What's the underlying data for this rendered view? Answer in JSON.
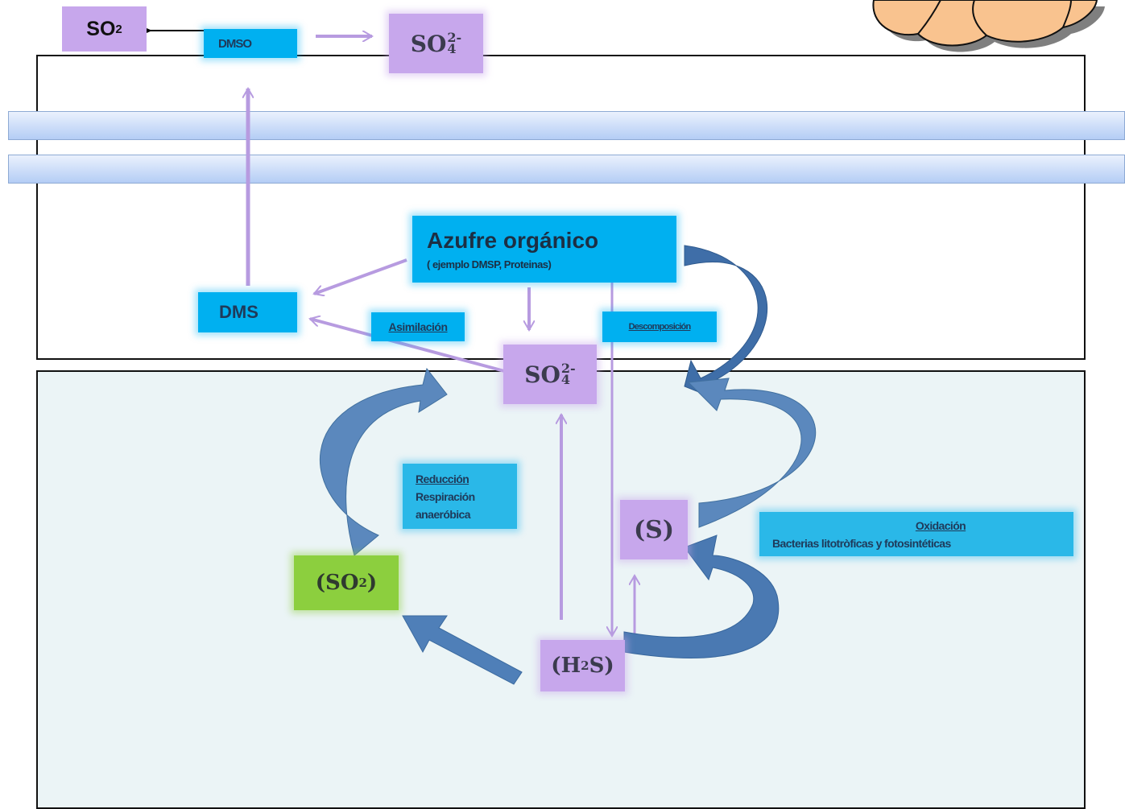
{
  "so2_outside": "SO",
  "so2_outside_sub": "2",
  "dmso": "DMSO",
  "sulfate_top": "SO",
  "sulfate_top_sub": "4",
  "sulfate_top_sup": "2-",
  "azufre_title": "Azufre orgánico",
  "azufre_sub": "( ejemplo DMSP, Proteinas)",
  "dms": "DMS",
  "asimilacion": "Asimilación",
  "descomposicion": "Descomposición",
  "sulfate_mid": "SO",
  "sulfate_mid_sub": "4",
  "sulfate_mid_sup": "2-",
  "reduccion_1": "Reducción",
  "reduccion_2": "Respiración",
  "reduccion_3": "anaeróbica",
  "sulfur": "(S)",
  "oxidacion_title": "Oxidación",
  "oxidacion_sub": "Bacterias litotròficas y fotosintéticas",
  "so2_water": "(SO",
  "so2_water_sub": "2",
  "so2_water_close": ")",
  "h2s_open": "(H",
  "h2s_sub": "2",
  "h2s_close": "S)"
}
